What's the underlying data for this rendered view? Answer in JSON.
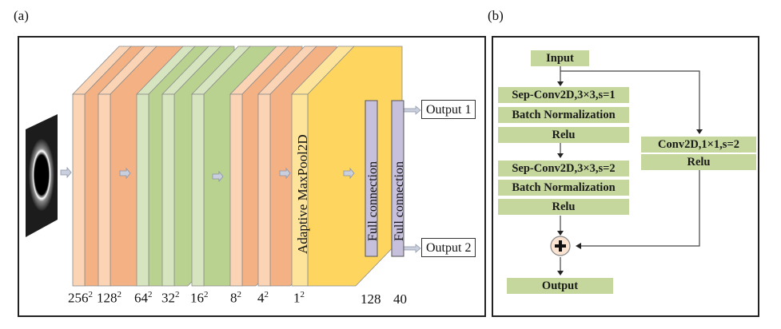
{
  "figure": {
    "panel_a": {
      "label": "(a)",
      "input_image": "ring-intensity-image",
      "layers": [
        {
          "name": "conv-256",
          "size_label": "256",
          "exponent": "2",
          "color": "orange"
        },
        {
          "name": "conv-128",
          "size_label": "128",
          "exponent": "2",
          "color": "orange"
        },
        {
          "name": "conv-64",
          "size_label": "64",
          "exponent": "2",
          "color": "green"
        },
        {
          "name": "conv-32",
          "size_label": "32",
          "exponent": "2",
          "color": "green"
        },
        {
          "name": "conv-16",
          "size_label": "16",
          "exponent": "2",
          "color": "green"
        },
        {
          "name": "conv-8",
          "size_label": "8",
          "exponent": "2",
          "color": "orange"
        },
        {
          "name": "conv-4",
          "size_label": "4",
          "exponent": "2",
          "color": "orange"
        },
        {
          "name": "adaptive-maxpool",
          "size_label": "1",
          "exponent": "2",
          "color": "yellow",
          "text": "Adaptive MaxPool2D"
        }
      ],
      "fc_layers": [
        {
          "text": "Full connection",
          "size_label": "128"
        },
        {
          "text": "Full connection",
          "size_label": "40"
        }
      ],
      "outputs": [
        "Output 1",
        "Output 2"
      ]
    },
    "panel_b": {
      "label": "(b)",
      "input": "Input",
      "main_branch_1": [
        "Sep-Conv2D,3×3,s=1",
        "Batch Normalization",
        "Relu"
      ],
      "main_branch_2": [
        "Sep-Conv2D,3×3,s=2",
        "Batch Normalization",
        "Relu"
      ],
      "shortcut_branch": [
        "Conv2D,1×1,s=2",
        "Relu"
      ],
      "add_symbol": "+",
      "output": "Output"
    },
    "colors": {
      "orange_front": "#fbd3b5",
      "orange_side": "#f4b183",
      "green_front": "#d6e4bf",
      "green_side": "#b9d28f",
      "yellow_front": "#fde49a",
      "yellow_side": "#fdd55f",
      "fc_fill": "#c6c0dc",
      "block_fill": "#c5d79d",
      "arrow_fill": "#c9cfdc"
    }
  }
}
